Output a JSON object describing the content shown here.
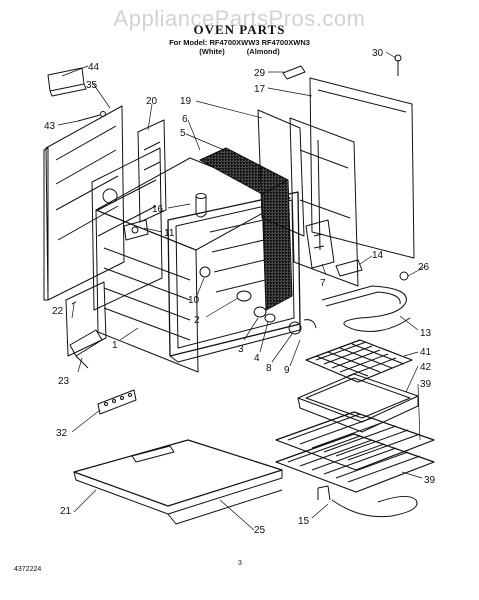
{
  "watermark": "AppliancePartsPros.com",
  "diagram": {
    "title": "OVEN PARTS",
    "model_line": "For Model: RF4700XWW3 RF4700XWN3",
    "color_white": "(White)",
    "color_almond": "(Almond)",
    "part_number_code": "4372224",
    "page_number": "3"
  },
  "callouts": [
    "44",
    "35",
    "43",
    "20",
    "19",
    "6",
    "5",
    "16",
    "11",
    "22",
    "1",
    "23",
    "10",
    "2",
    "3",
    "4",
    "8",
    "9",
    "7",
    "30",
    "29",
    "17",
    "14",
    "26",
    "13",
    "41",
    "42",
    "39",
    "32",
    "21",
    "25",
    "15"
  ],
  "colors": {
    "ink": "#111111",
    "watermark": "#d2d2d2",
    "insulation": "#9a9a9a"
  }
}
